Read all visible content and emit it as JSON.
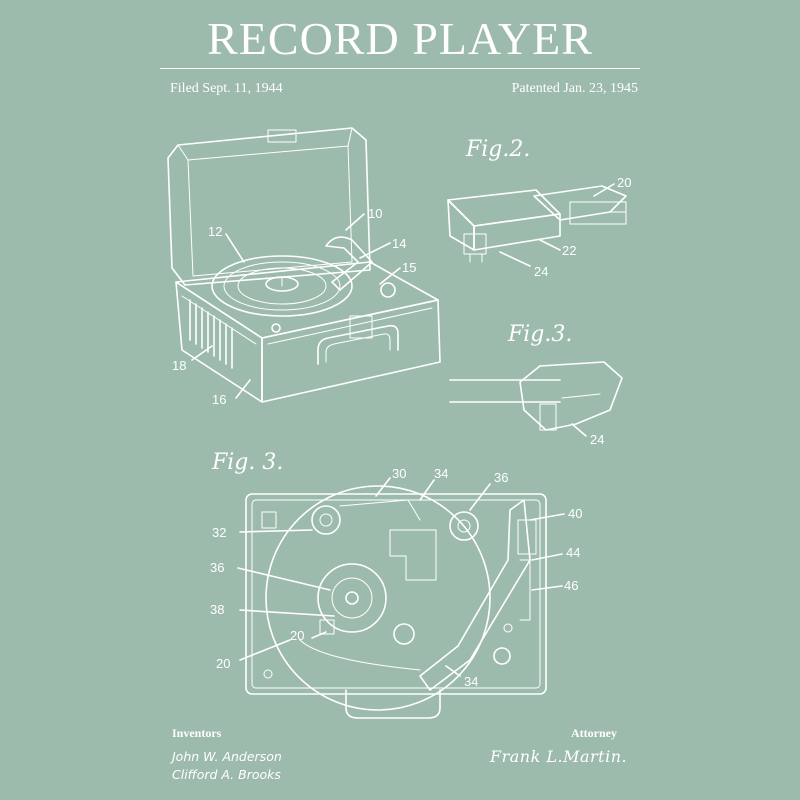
{
  "header": {
    "title": "RECORD PLAYER",
    "filed": "Filed Sept. 11, 1944",
    "patented": "Patented Jan. 23, 1945"
  },
  "figures": {
    "fig2_label": "Fig.2.",
    "fig3a_label": "Fig.3.",
    "fig3b_label": "Fig. 3."
  },
  "fig1_numbers": [
    "10",
    "12",
    "14",
    "15",
    "16",
    "18"
  ],
  "fig2_numbers": [
    "20",
    "22",
    "24"
  ],
  "fig3a_numbers": [
    "24"
  ],
  "fig3b_numbers": [
    "30",
    "34",
    "36",
    "40",
    "32",
    "44",
    "46",
    "36",
    "38",
    "20",
    "20",
    "34"
  ],
  "footer": {
    "inventors_heading": "Inventors",
    "inventor_1": "John W. Anderson",
    "inventor_2": "Clifford A. Brooks",
    "attorney_heading": "Attorney",
    "attorney_name": "Frank L.Martin."
  },
  "colors": {
    "background": "#9dbbac",
    "ink": "#ffffff"
  }
}
